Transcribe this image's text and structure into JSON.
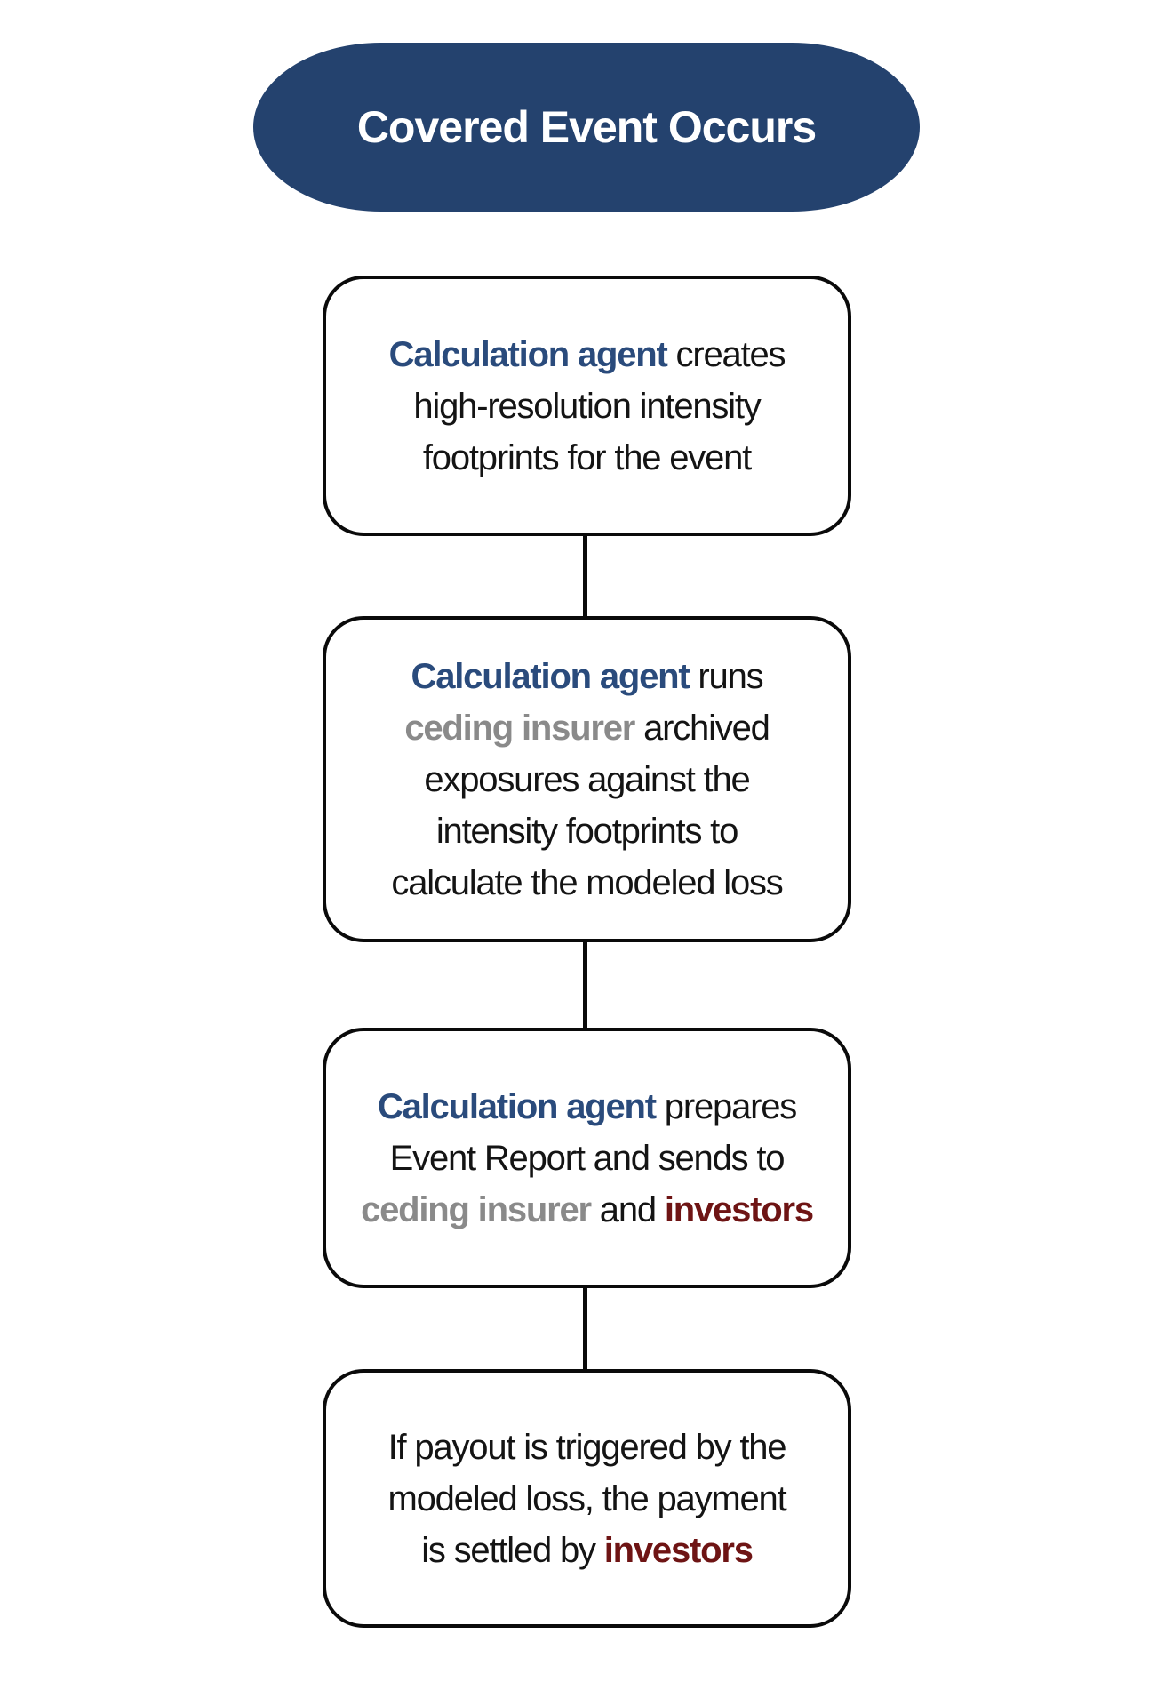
{
  "title": "Covered Event Occurs flowchart",
  "colors": {
    "background": "#ffffff",
    "pill_fill": "#24426e",
    "pill_text": "#ffffff",
    "box_border": "#0a0a0a",
    "connector": "#0a0a0a",
    "body_text": "#141414",
    "calculation_agent_term": "#2a4b7c",
    "ceding_insurer_term": "#8a8a8a",
    "investors_term": "#6e1414"
  },
  "start": {
    "label": "Covered Event Occurs"
  },
  "flow": {
    "boxes": [
      {
        "id": "create-footprints",
        "lines": [
          [
            {
              "style": "blue",
              "text": "Calculation agent"
            },
            {
              "style": "plain",
              "text": " creates"
            }
          ],
          [
            {
              "style": "plain",
              "text": "high-resolution intensity"
            }
          ],
          [
            {
              "style": "plain",
              "text": "footprints for the event"
            }
          ]
        ]
      },
      {
        "id": "run-exposures",
        "lines": [
          [
            {
              "style": "blue",
              "text": "Calculation agent"
            },
            {
              "style": "plain",
              "text": " runs"
            }
          ],
          [
            {
              "style": "gray",
              "text": "ceding insurer"
            },
            {
              "style": "plain",
              "text": " archived"
            }
          ],
          [
            {
              "style": "plain",
              "text": "exposures against the"
            }
          ],
          [
            {
              "style": "plain",
              "text": "intensity footprints to"
            }
          ],
          [
            {
              "style": "plain",
              "text": "calculate the modeled loss"
            }
          ]
        ]
      },
      {
        "id": "prepare-event-report",
        "lines": [
          [
            {
              "style": "blue",
              "text": "Calculation agent"
            },
            {
              "style": "plain",
              "text": " prepares"
            }
          ],
          [
            {
              "style": "plain",
              "text": "Event Report and sends to"
            }
          ],
          [
            {
              "style": "gray",
              "text": "ceding insurer"
            },
            {
              "style": "plain",
              "text": " and "
            },
            {
              "style": "maroon",
              "text": "investors"
            }
          ]
        ]
      },
      {
        "id": "settle-payment",
        "lines": [
          [
            {
              "style": "plain",
              "text": "If payout is triggered by the"
            }
          ],
          [
            {
              "style": "plain",
              "text": "modeled loss, the payment"
            }
          ],
          [
            {
              "style": "plain",
              "text": "is settled by "
            },
            {
              "style": "maroon",
              "text": "investors"
            }
          ]
        ]
      }
    ]
  }
}
